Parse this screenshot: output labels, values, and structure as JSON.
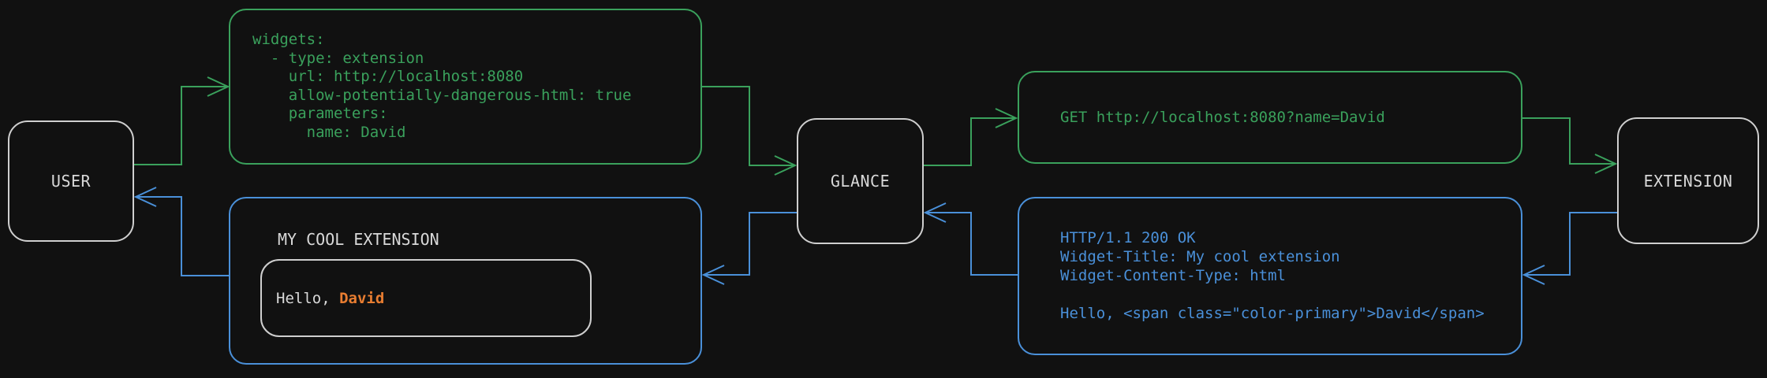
{
  "diagram": {
    "nodes": {
      "user": {
        "label": "USER"
      },
      "glance": {
        "label": "GLANCE"
      },
      "extension": {
        "label": "EXTENSION"
      }
    },
    "config_box": {
      "lines": [
        "widgets:",
        "  - type: extension",
        "    url: http://localhost:8080",
        "    allow-potentially-dangerous-html: true",
        "    parameters:",
        "      name: David"
      ]
    },
    "request_box": {
      "text": "GET http://localhost:8080?name=David"
    },
    "response_box": {
      "lines": [
        "HTTP/1.1 200 OK",
        "Widget-Title: My cool extension",
        "Widget-Content-Type: html",
        "",
        "Hello, <span class=\"color-primary\">David</span>"
      ]
    },
    "widget_box": {
      "title": "MY COOL EXTENSION",
      "greeting_prefix": "Hello, ",
      "greeting_name": "David"
    },
    "colors": {
      "background": "#111111",
      "request_green": "#3aa15c",
      "response_blue": "#4a90d9",
      "accent_orange": "#e87d31",
      "node_border": "#cfcfcf",
      "text_light": "#d9d9d9"
    }
  }
}
